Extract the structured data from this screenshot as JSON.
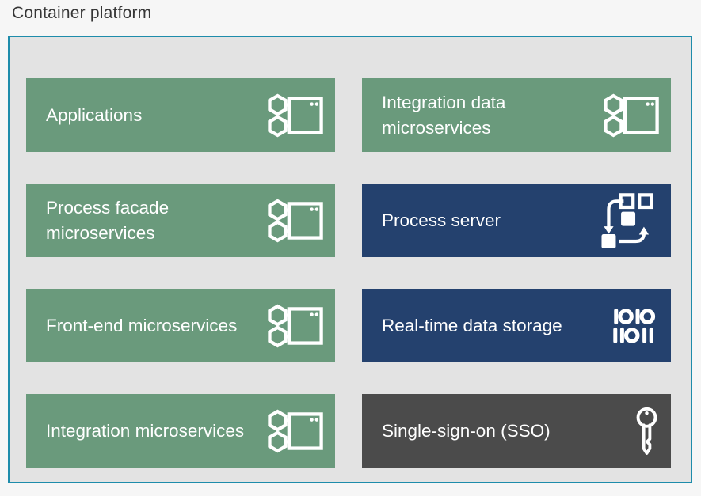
{
  "title": "Container platform",
  "colors": {
    "page_bg": "#f6f6f6",
    "panel_bg": "#e3e3e3",
    "panel_border": "#1e8cab",
    "green": "#6a9a7c",
    "navy": "#24416e",
    "dark_gray": "#4b4b4b",
    "box_text": "#ffffff",
    "title_text": "#363636"
  },
  "boxes": [
    {
      "label": "Applications",
      "variant": "green",
      "icon": "microservices-icon"
    },
    {
      "label": "Integration data microservices",
      "variant": "green",
      "icon": "microservices-icon"
    },
    {
      "label": "Process facade microservices",
      "variant": "green",
      "icon": "microservices-icon"
    },
    {
      "label": "Process server",
      "variant": "navy",
      "icon": "process-flow-icon"
    },
    {
      "label": "Front-end microservices",
      "variant": "green",
      "icon": "microservices-icon"
    },
    {
      "label": "Real-time data storage",
      "variant": "navy",
      "icon": "binary-data-icon"
    },
    {
      "label": "Integration microservices",
      "variant": "green",
      "icon": "microservices-icon"
    },
    {
      "label": "Single-sign-on (SSO)",
      "variant": "gray",
      "icon": "key-icon"
    }
  ]
}
